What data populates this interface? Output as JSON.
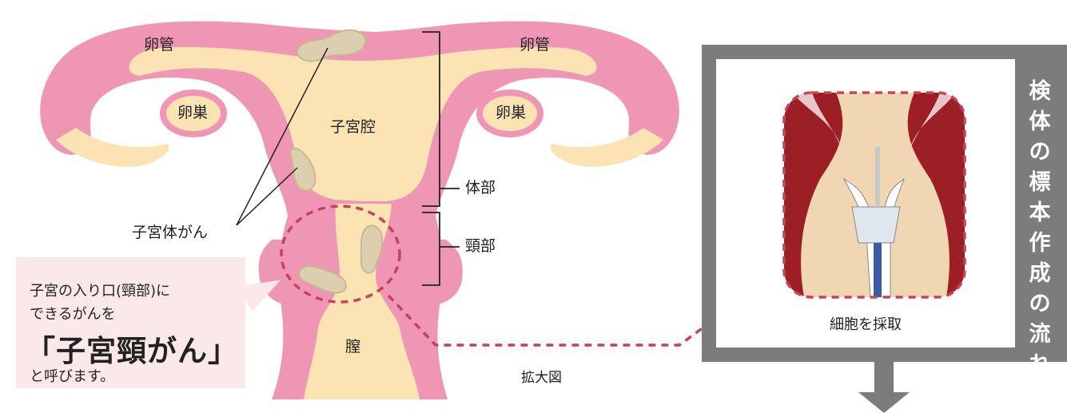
{
  "labels": {
    "fallopian_left": "卵管",
    "fallopian_right": "卵管",
    "ovary_left": "卵巣",
    "ovary_right": "卵巣",
    "uterine_cavity": "子宮腔",
    "body_part": "体部",
    "cervix_part": "頸部",
    "uterine_body_cancer": "子宮体がん",
    "vagina": "膣",
    "magnified": "拡大図"
  },
  "callout": {
    "line1": "子宮の入り口(頸部)に",
    "line2": "できるがんを",
    "emphasis": "「子宮頸がん」",
    "line3": "と呼びます。"
  },
  "flow_panel": {
    "vertical_title": "検体の標本作成の流れ",
    "image_caption": "細胞を採取"
  },
  "colors": {
    "uterus_pink": "#ee96b4",
    "inner_cream": "#fbe3b3",
    "tumor": "#dccfb0",
    "dash_red": "#c6435c",
    "panel_gray": "#7c7c7c",
    "callout_bg": "#fbe9e9"
  }
}
